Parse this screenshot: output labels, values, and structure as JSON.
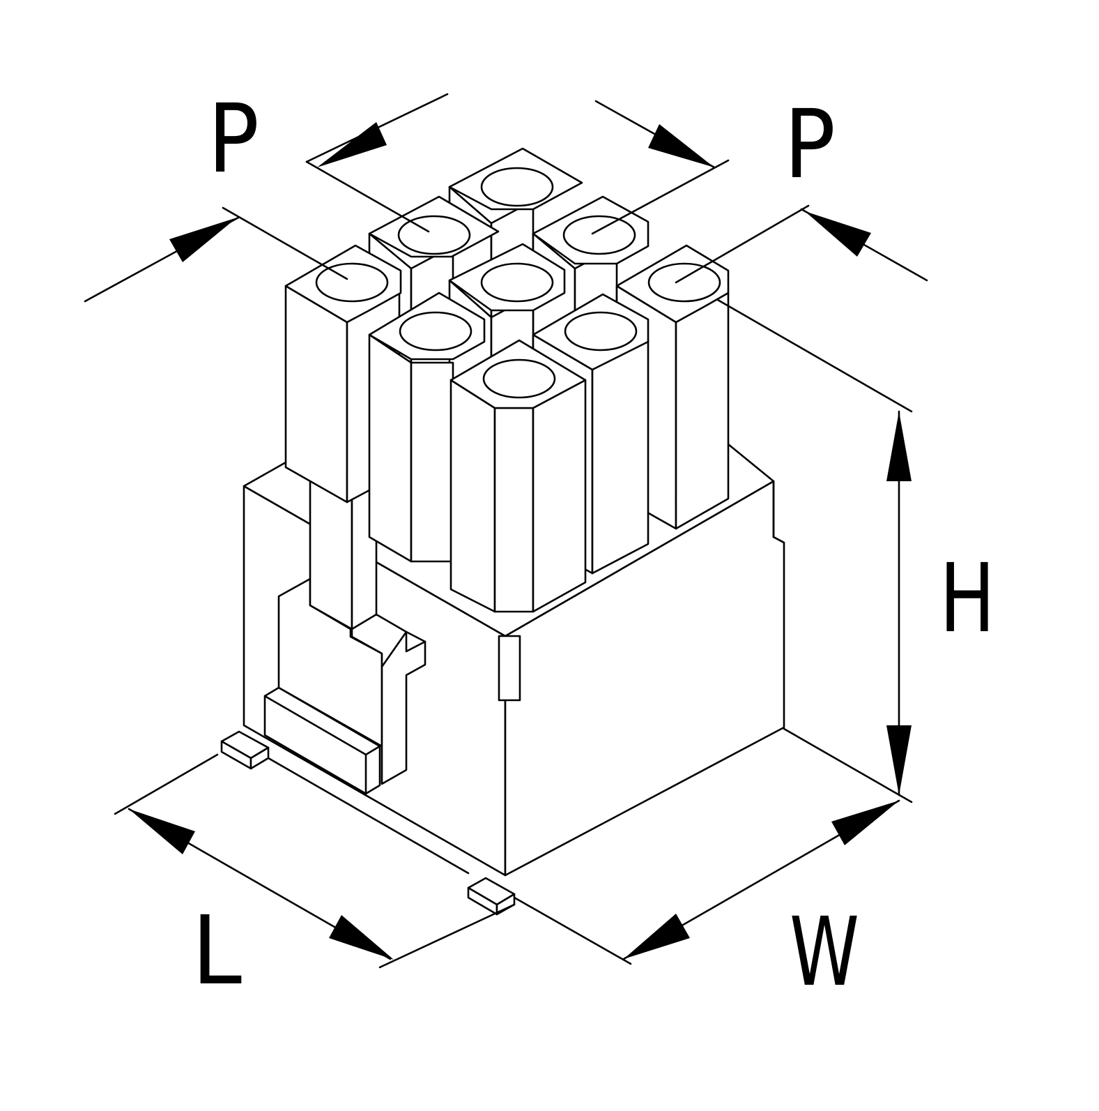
{
  "labels": {
    "pitch_left": "P",
    "pitch_right": "P",
    "height": "H",
    "length": "L",
    "width": "W"
  },
  "colors": {
    "line": "#000000",
    "background": "#ffffff"
  }
}
